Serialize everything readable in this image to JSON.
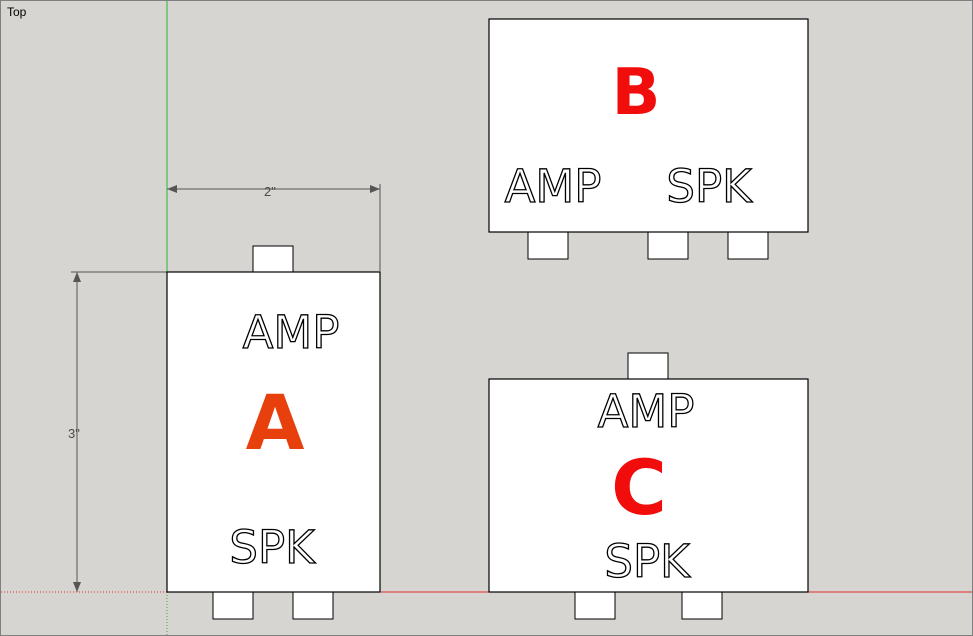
{
  "viewport": {
    "label": "Top"
  },
  "dimensions": {
    "width_label": "2\"",
    "height_label": "3\""
  },
  "boxes": {
    "a": {
      "letter": "A",
      "letter_color": "#e8400c",
      "amp": "AMP",
      "spk": "SPK"
    },
    "b": {
      "letter": "B",
      "letter_color": "#f20d0d",
      "amp": "AMP",
      "spk": "SPK"
    },
    "c": {
      "letter": "C",
      "letter_color": "#f20d0d",
      "amp": "AMP",
      "spk": "SPK"
    }
  },
  "axes": {
    "green": "#2db52d",
    "red": "#e03030"
  }
}
